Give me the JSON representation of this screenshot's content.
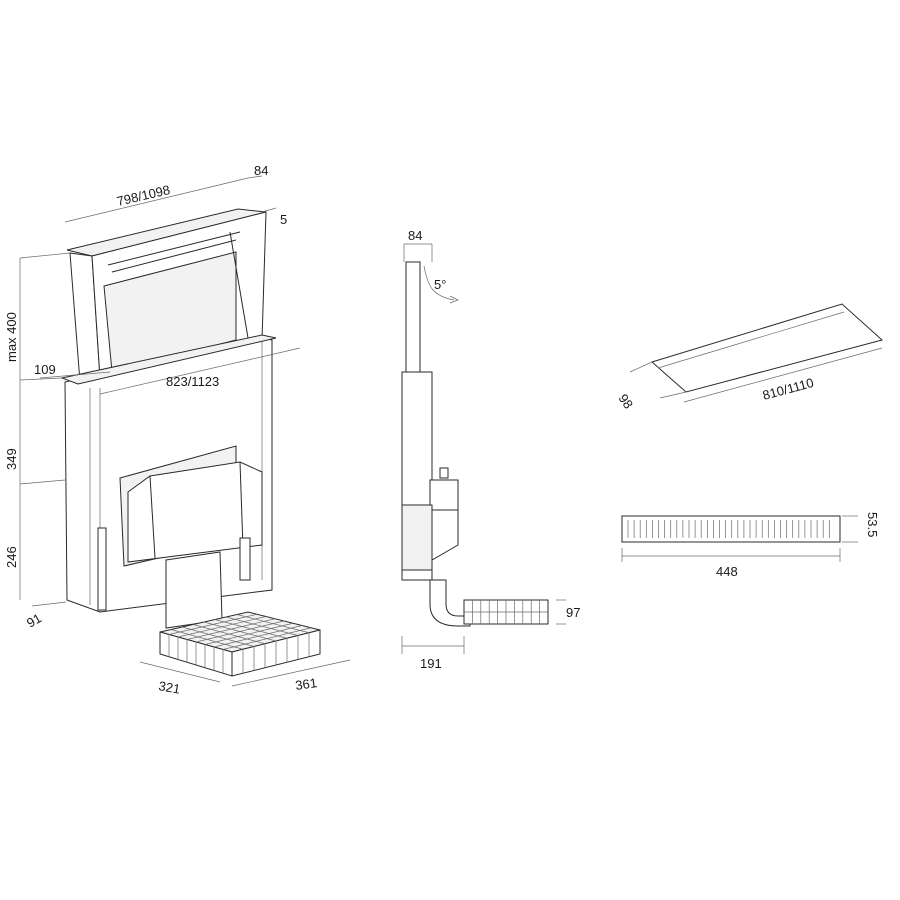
{
  "colors": {
    "line": "#2a2a2a",
    "text": "#1a1a1a",
    "background": "#ffffff"
  },
  "front_view": {
    "width_top": "798/1098",
    "depth_top": "84",
    "lip": "5",
    "height_max": "max 400",
    "offset": "109",
    "width_body": "823/1123",
    "height_mid": "349",
    "height_low": "246",
    "depth_base": "91",
    "motor_depth": "321",
    "motor_width": "361"
  },
  "side_view": {
    "depth": "84",
    "angle": "5°",
    "filter_height": "97",
    "outlet_depth": "191"
  },
  "cutout_view": {
    "depth": "98",
    "width": "810/1110"
  },
  "filter_view": {
    "height": "53.5",
    "width": "448"
  }
}
